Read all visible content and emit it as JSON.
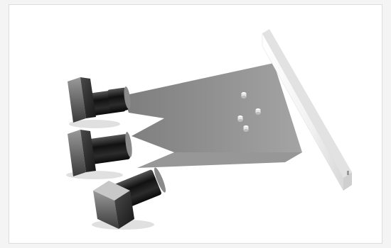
{
  "image": {
    "subject": "three-cameras-projecting-onto-reflector-bar",
    "colors": {
      "page_background": "#f4f4f4",
      "frame_background": "#ffffff",
      "frame_border": "#dcdcdc",
      "camera_body": "#2a2a2a",
      "beam_shadow": "#8a8a8a",
      "bar": "#ffffff"
    },
    "objects": {
      "cameras": 3,
      "markers": 4
    }
  }
}
